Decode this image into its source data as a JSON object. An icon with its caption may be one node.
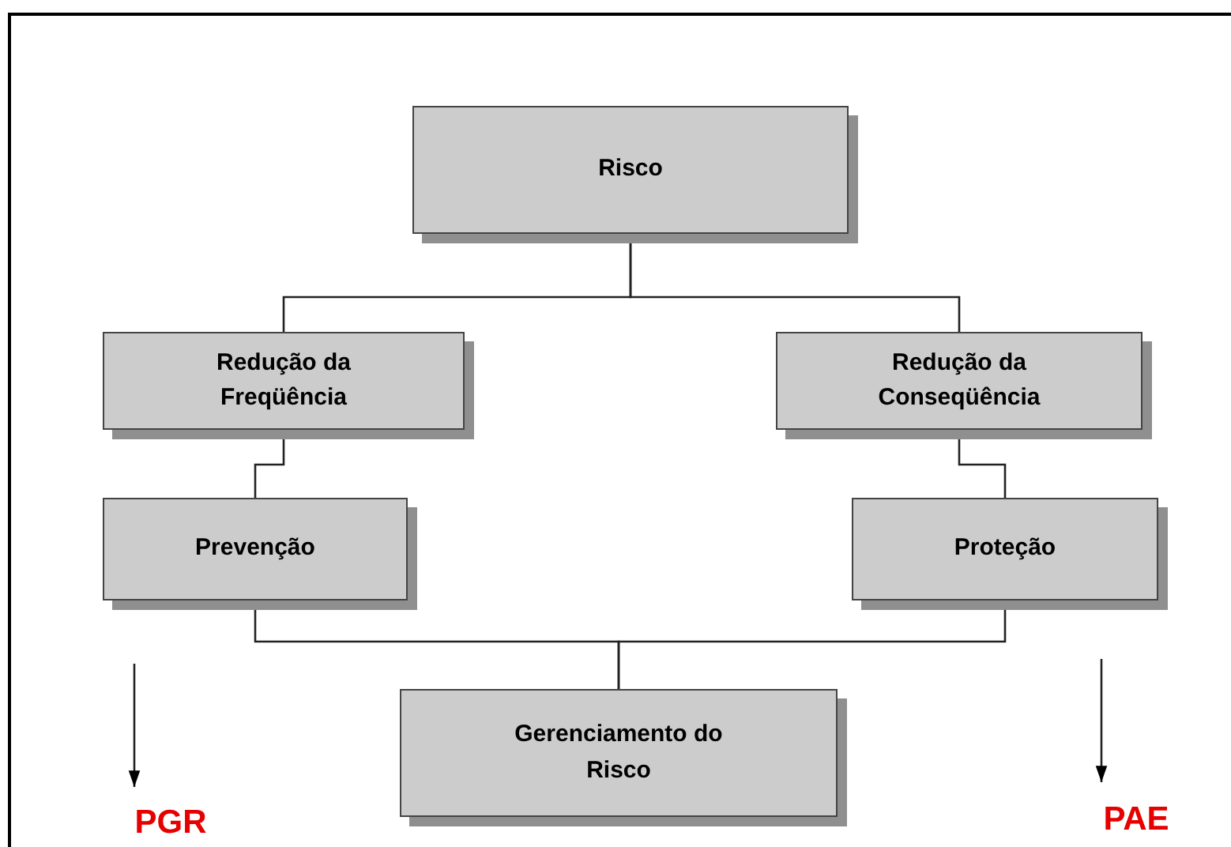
{
  "diagram": {
    "nodes": [
      {
        "text": [
          "Risco"
        ]
      },
      {
        "text": [
          "Redução da Freqüência"
        ]
      },
      {
        "text": [
          "Redução da Conseqüência"
        ]
      },
      {
        "text": [
          "Prevenção"
        ]
      },
      {
        "text": [
          "Proteção"
        ]
      },
      {
        "text": [
          "Gerenciamento do Risco"
        ]
      },
      {
        "text": [
          "PGR"
        ]
      },
      {
        "text": [
          "PAE"
        ]
      }
    ],
    "edges": [
      {
        "from": 0,
        "to": 1,
        "arrow": "none"
      },
      {
        "from": 0,
        "to": 2,
        "arrow": "none"
      },
      {
        "from": 1,
        "to": 3,
        "arrow": "none"
      },
      {
        "from": 2,
        "to": 4,
        "arrow": "none"
      },
      {
        "from": 3,
        "to": 5,
        "arrow": "none"
      },
      {
        "from": 4,
        "to": 5,
        "arrow": "none"
      },
      {
        "from": null,
        "to": 6,
        "arrow": "to"
      },
      {
        "from": null,
        "to": 7,
        "arrow": "to"
      }
    ]
  }
}
